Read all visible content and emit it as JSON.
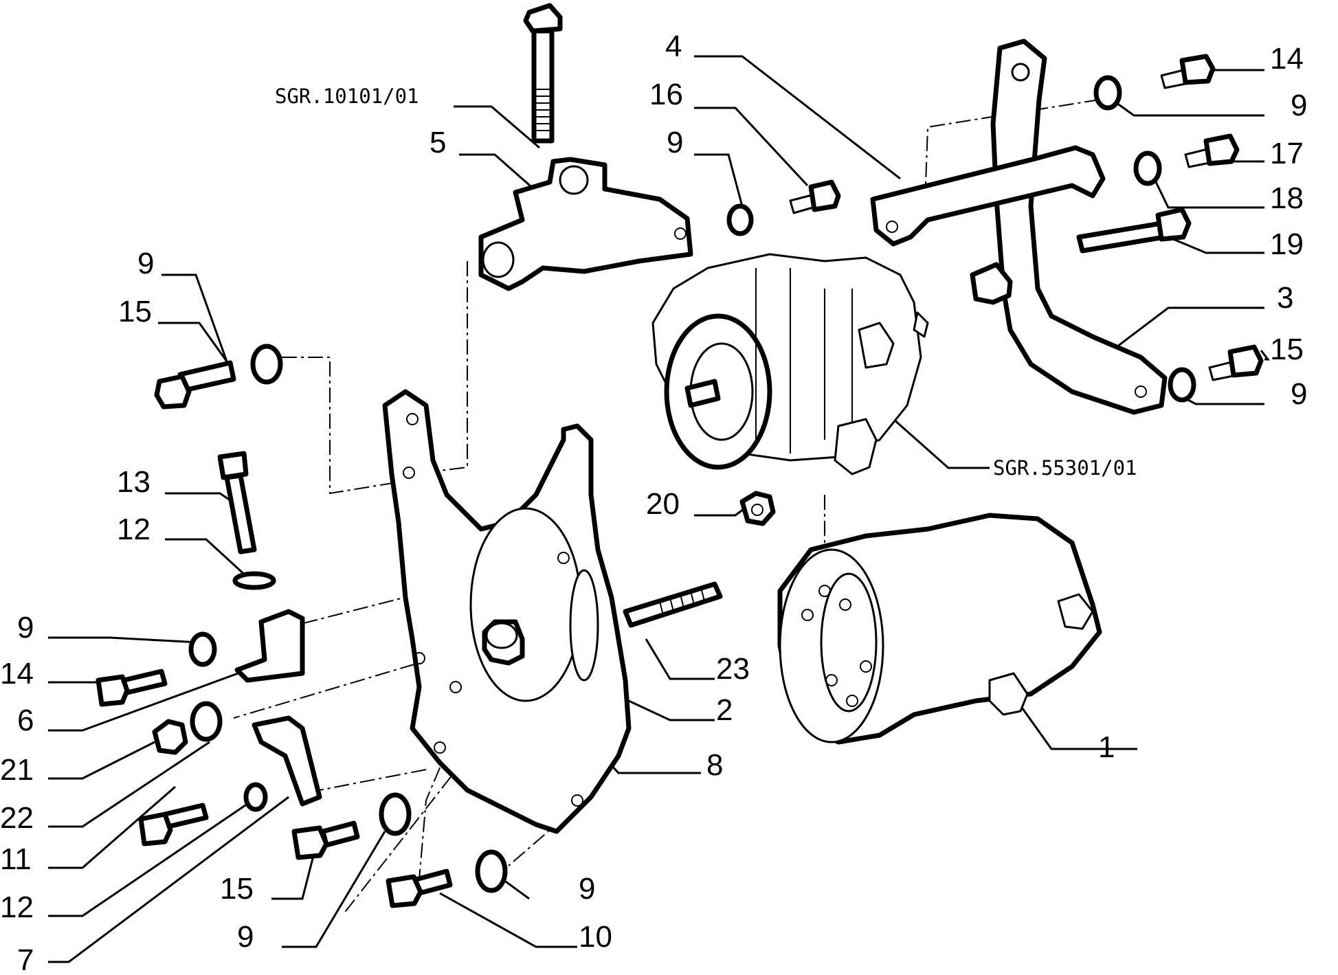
{
  "reference_labels": {
    "sgr_top": "SGR.10101/01",
    "sgr_alternator": "SGR.55301/01"
  },
  "callouts": [
    {
      "id": "c4",
      "text": "4"
    },
    {
      "id": "c14a",
      "text": "14"
    },
    {
      "id": "c16",
      "text": "16"
    },
    {
      "id": "c9a",
      "text": "9"
    },
    {
      "id": "c9b",
      "text": "9"
    },
    {
      "id": "c17",
      "text": "17"
    },
    {
      "id": "c5",
      "text": "5"
    },
    {
      "id": "c18",
      "text": "18"
    },
    {
      "id": "c9c",
      "text": "9"
    },
    {
      "id": "c19",
      "text": "19"
    },
    {
      "id": "c15a",
      "text": "15"
    },
    {
      "id": "c3",
      "text": "3"
    },
    {
      "id": "c15b",
      "text": "15"
    },
    {
      "id": "c9d",
      "text": "9"
    },
    {
      "id": "c13",
      "text": "13"
    },
    {
      "id": "c20",
      "text": "20"
    },
    {
      "id": "c12a",
      "text": "12"
    },
    {
      "id": "c9e",
      "text": "9"
    },
    {
      "id": "c23",
      "text": "23"
    },
    {
      "id": "c14b",
      "text": "14"
    },
    {
      "id": "c2",
      "text": "2"
    },
    {
      "id": "c6",
      "text": "6"
    },
    {
      "id": "c1",
      "text": "1"
    },
    {
      "id": "c8",
      "text": "8"
    },
    {
      "id": "c21",
      "text": "21"
    },
    {
      "id": "c22",
      "text": "22"
    },
    {
      "id": "c11",
      "text": "11"
    },
    {
      "id": "c15c",
      "text": "15"
    },
    {
      "id": "c9f",
      "text": "9"
    },
    {
      "id": "c12b",
      "text": "12"
    },
    {
      "id": "c9g",
      "text": "9"
    },
    {
      "id": "c10",
      "text": "10"
    },
    {
      "id": "c7",
      "text": "7"
    }
  ]
}
